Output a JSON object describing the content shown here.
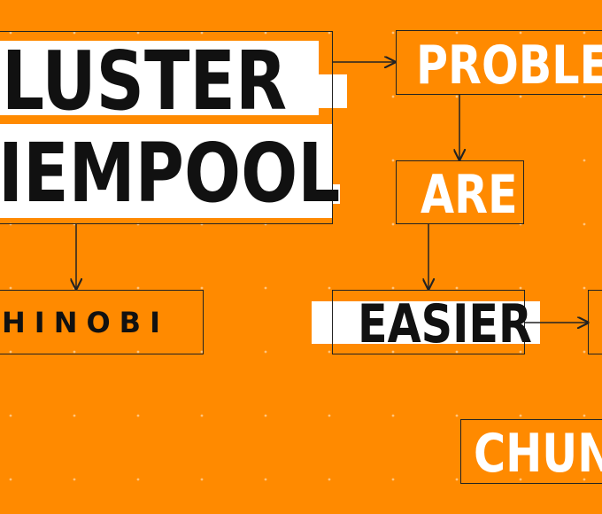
{
  "title_block": {
    "line1": "LUSTER",
    "line2": "IEMPOOL"
  },
  "nodes": {
    "problem": "PROBLEM",
    "are": "ARE",
    "easier": "EASIER",
    "shinobi": "HINOBI",
    "chunk": "CHUNK"
  },
  "colors": {
    "background": "#ff8a00",
    "box_stroke": "#222222",
    "text_white": "#ffffff",
    "text_black": "#111111",
    "highlight": "#ffffff"
  }
}
